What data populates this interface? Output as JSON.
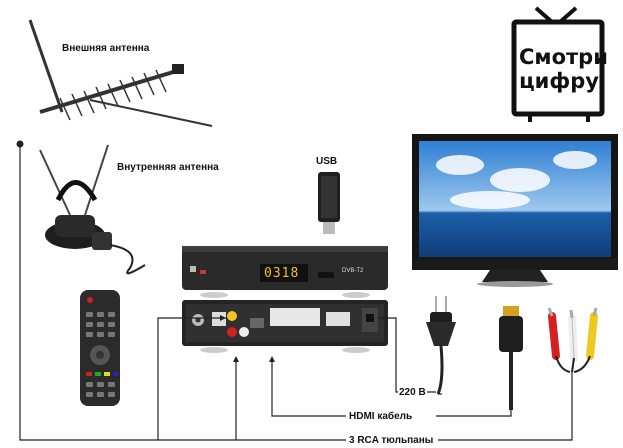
{
  "labels": {
    "outdoor_antenna": "Внешняя антенна",
    "indoor_antenna": "Внутренняя антенна",
    "usb": "USB",
    "power": "220 В",
    "hdmi": "HDMI  кабель",
    "rca": "3 RCA тюльпаны"
  },
  "logo": {
    "line1": "Смотри",
    "line2": "цифру"
  },
  "receiver": {
    "display": "0318",
    "brand": "DVB-T2"
  },
  "colors": {
    "line": "#222222",
    "receiver_body": "#2a2a2a",
    "display": "#f4c020",
    "sky_top": "#2f7fd4",
    "sea": "#1c5fa8",
    "rca_red": "#d42020",
    "rca_white": "#eeeeee",
    "rca_yellow": "#f0c820"
  }
}
